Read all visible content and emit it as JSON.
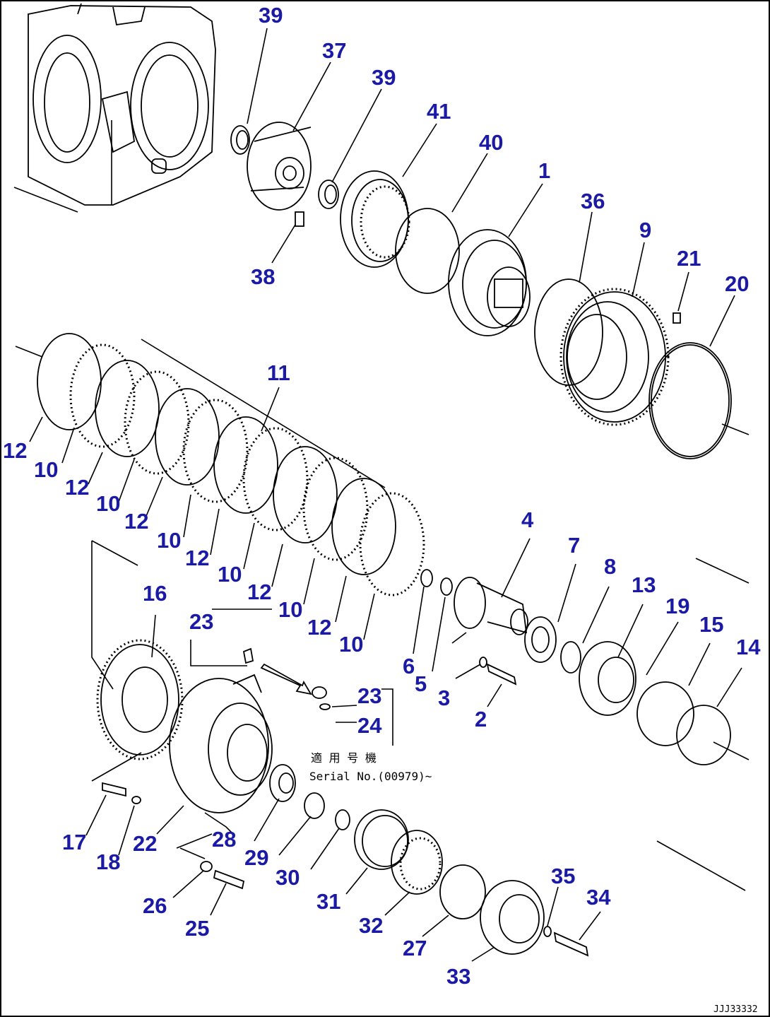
{
  "callouts": {
    "c39a": "39",
    "c37": "37",
    "c39b": "39",
    "c41": "41",
    "c40": "40",
    "c1": "1",
    "c36": "36",
    "c9": "9",
    "c21": "21",
    "c20": "20",
    "c38": "38",
    "c11": "11",
    "c12a": "12",
    "c10a": "10",
    "c12b": "12",
    "c10b": "10",
    "c12c": "12",
    "c10c": "10",
    "c12d": "12",
    "c10d": "10",
    "c12e": "12",
    "c10e": "10",
    "c12f": "12",
    "c10f": "10",
    "c16": "16",
    "c23a": "23",
    "c23b": "23",
    "c24": "24",
    "c4": "4",
    "c7": "7",
    "c8": "8",
    "c13": "13",
    "c19": "19",
    "c15": "15",
    "c14": "14",
    "c6": "6",
    "c5": "5",
    "c3": "3",
    "c2": "2",
    "c17": "17",
    "c18": "18",
    "c22": "22",
    "c28": "28",
    "c29": "29",
    "c30": "30",
    "c31": "31",
    "c32": "32",
    "c27": "27",
    "c33": "33",
    "c35": "35",
    "c34": "34",
    "c26": "26",
    "c25": "25"
  },
  "note": {
    "line1": "適 用 号 機",
    "line2": "Serial No.(00979)~"
  },
  "drawing_code": "JJJ33332"
}
